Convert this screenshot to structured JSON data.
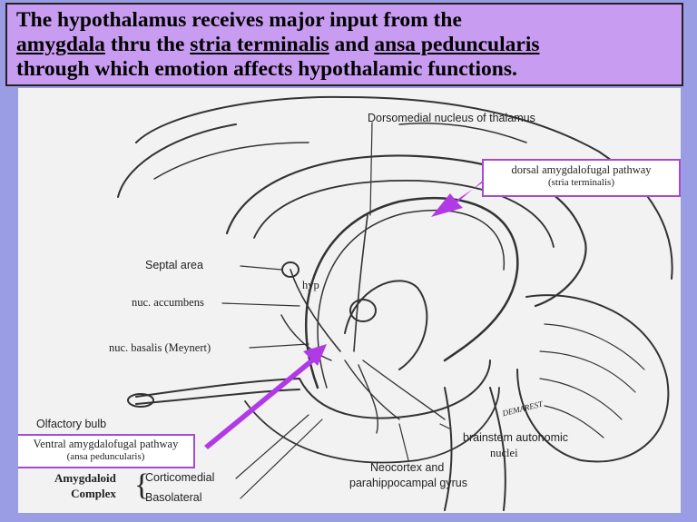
{
  "title": {
    "line1": "The hypothalamus receives major input from the",
    "line2_term1": "amygdala",
    "line2_mid1": " thru the ",
    "line2_term2": "stria terminalis",
    "line2_mid2": " and ",
    "line2_term3": "ansa peduncularis",
    "line3": "through which emotion affects hypothalamic functions."
  },
  "labels": {
    "dorsomedial": "Dorsomedial nucleus of thalamus",
    "septal": "Septal area",
    "hyp": "hyp",
    "accumbens": "nuc. accumbens",
    "basalis": "nuc. basalis (Meynert)",
    "olfactory": "Olfactory bulb",
    "brainstem_line1": "brainstem autonomic",
    "brainstem_line2": "nuclei",
    "neocortex_line1": "Neocortex and",
    "neocortex_line2": "parahippocampal gyrus",
    "amygdaloid_line1": "Amygdaloid",
    "amygdaloid_line2": "Complex",
    "corticomedial": "Corticomedial",
    "basolateral": "Basolateral",
    "signature": "DEMAREST"
  },
  "callouts": {
    "dorsal_main": "dorsal amygdalofugal pathway",
    "dorsal_sub": "(stria terminalis)",
    "ventral_main": "Ventral amygdalofugal pathway",
    "ventral_sub": "(ansa peduncularis)"
  },
  "colors": {
    "background": "#9a9ce4",
    "title_box": "#c89cf0",
    "arrow": "#b23ae6",
    "callout_border": "#a64ad0"
  }
}
